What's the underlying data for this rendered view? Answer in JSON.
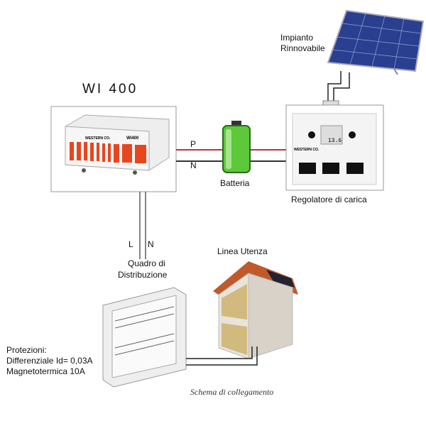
{
  "title": "WI 400",
  "inverter_brand": "WESTERN CO.",
  "inverter_model": "WI400",
  "labels": {
    "p": "P",
    "n": "N",
    "l": "L",
    "n2": "N",
    "battery": "Batteria",
    "regulator": "Regolatore di carica",
    "renewable_line1": "Impianto",
    "renewable_line2": "Rinnovabile",
    "panel_line1": "Quadro di",
    "panel_line2": "Distribuzione",
    "load": "Linea Utenza",
    "protections_title": "Protezioni:",
    "protection_1": "Differenziale Id= 0,03A",
    "protection_2": "Magnetotermica 10A"
  },
  "regulator_display": "13.6",
  "caption": "Schema di collegamento",
  "colors": {
    "accent_orange": "#e8461e",
    "wire_red": "#c0303a",
    "battery_green": "#5cc83a",
    "panel_blue": "#2a3f8f"
  }
}
